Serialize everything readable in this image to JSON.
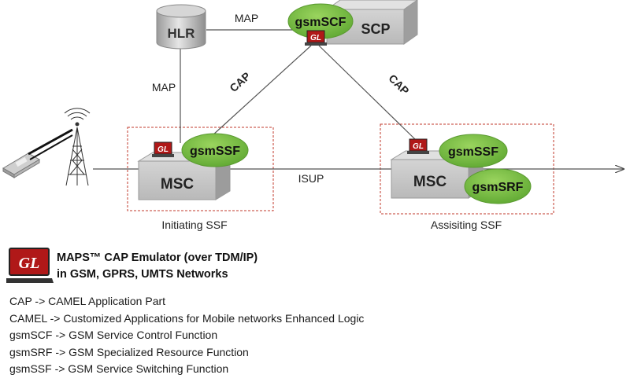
{
  "diagram": {
    "nodes": {
      "hlr": "HLR",
      "scp": "SCP",
      "gsmscf": "gsmSCF",
      "msc_initiating": "MSC",
      "msc_assisting": "MSC",
      "gsmssf_initiating": "gsmSSF",
      "gsmssf_assisting": "gsmSSF",
      "gsmsrf": "gsmSRF"
    },
    "links": {
      "hlr_scp": "MAP",
      "hlr_msc": "MAP",
      "cap_left": "CAP",
      "cap_right": "CAP",
      "isup": "ISUP"
    },
    "groups": {
      "initiating": "Initiating SSF",
      "assisting": "Assisiting SSF"
    },
    "gl_badge": "GL"
  },
  "product": {
    "logo_text": "GL",
    "title_line1": "MAPS™ CAP Emulator (over TDM/IP)",
    "title_line2": "in GSM, GPRS, UMTS Networks"
  },
  "definitions": [
    "CAP  ->  CAMEL Application Part",
    "CAMEL  ->  Customized Applications for Mobile networks Enhanced Logic",
    "gsmSCF -> GSM Service Control Function",
    "gsmSRF -> GSM Specialized Resource Function",
    "gsmSSF -> GSM Service Switching Function"
  ],
  "colors": {
    "node_green": "#7cc242",
    "box_gray": "#c8c8c8",
    "gl_red": "#b01818",
    "group_border": "#c0392b"
  }
}
